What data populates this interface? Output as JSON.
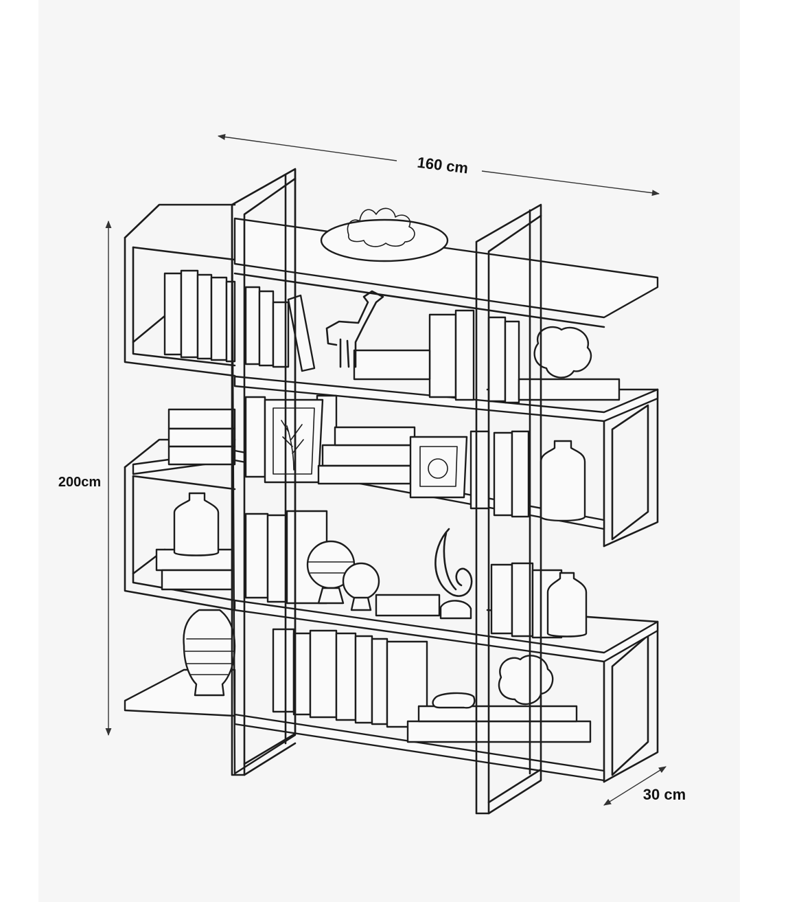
{
  "dimensions": {
    "width_label": "160 cm",
    "height_label": "200cm",
    "depth_label": "30 cm"
  },
  "illustration": {
    "subject": "shelving-unit",
    "line_color": "#1c1c1c",
    "background_color": "#f6f6f6"
  }
}
